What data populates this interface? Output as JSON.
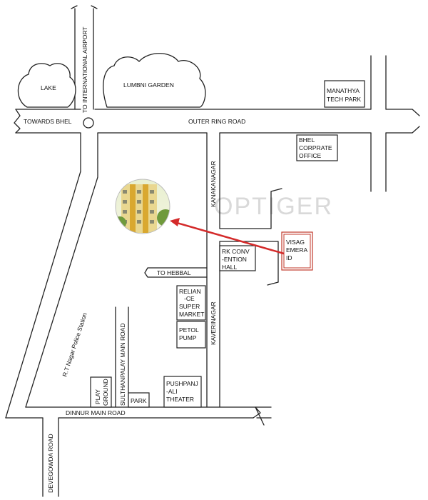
{
  "colors": {
    "line": "#222222",
    "arrow": "#d42a2a",
    "highlight": "#c0392b",
    "park_fill": "#ffffff",
    "watermark": "#d9d9d9"
  },
  "watermark": "OPTIGER",
  "roads": {
    "outer_ring": "OUTER RING ROAD",
    "towards_bhel": "TOWARDS BHEL",
    "airport": "TO INTERNATIONAL AIRPORT",
    "kanakanagar": "KANAKANAGAR",
    "kaverinagar": "KAVERINAGAR",
    "hebbal": "TO HEBBAL",
    "sulthanpalay": "SULTHANPALAY MAIN ROAD",
    "dinnur": "DINNUR MAIN ROAD",
    "devegowda": "DEVEGOWDA ROAD",
    "police": "R.T Nagar Police Station"
  },
  "areas": {
    "lake": "LAKE",
    "lumbini": "LUMBNI GARDEN"
  },
  "places": {
    "manathya": [
      "MANATHYA",
      "TECH PARK"
    ],
    "bhel": [
      "BHEL",
      "CORPRATE",
      "OFFICE"
    ],
    "visag": [
      "VISAG",
      "EMERA",
      "ID"
    ],
    "rk": [
      "RK CONV",
      "-ENTION",
      "HALL"
    ],
    "reliance": [
      "RELIAN",
      "-CE",
      "SUPER",
      "MARKET"
    ],
    "petrol": [
      "PETOL",
      "PUMP"
    ],
    "playground": [
      "PLAY",
      "GROUND"
    ],
    "park": "PARK",
    "pushpanjali": [
      "PUSHPANJ",
      "-ALI",
      "THEATER"
    ]
  },
  "project_icon": "building-photo"
}
